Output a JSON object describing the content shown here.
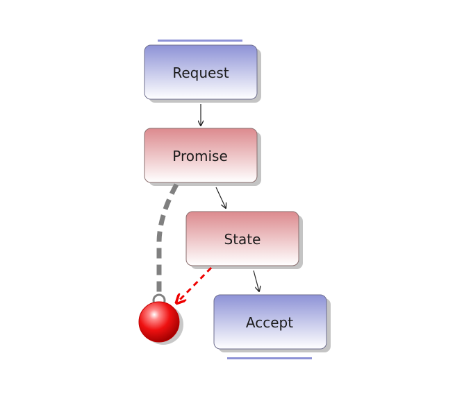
{
  "diagram": {
    "nodes": {
      "request": {
        "label": "Request",
        "style": "blue"
      },
      "promise": {
        "label": "Promise",
        "style": "red"
      },
      "state": {
        "label": "State",
        "style": "red"
      },
      "accept": {
        "label": "Accept",
        "style": "blue"
      }
    },
    "edges": [
      {
        "from": "request",
        "to": "promise",
        "style": "solid-arrow"
      },
      {
        "from": "promise",
        "to": "state",
        "style": "solid-arrow"
      },
      {
        "from": "state",
        "to": "accept",
        "style": "solid-arrow"
      },
      {
        "from": "promise",
        "to": "end-ball",
        "style": "thick-dashed-gray"
      },
      {
        "from": "state",
        "to": "end-ball",
        "style": "dashed-red-arrow"
      }
    ],
    "colors": {
      "blue_fill_top": "#8d92d6",
      "blue_fill_bottom": "#ffffff",
      "red_fill_top": "#dc8a8e",
      "red_fill_bottom": "#ffffff",
      "blue_bar": "#8d92d6",
      "connector_gray": "#808080",
      "dashed_red": "#ee0000",
      "ball_red": "#ee1111"
    }
  }
}
